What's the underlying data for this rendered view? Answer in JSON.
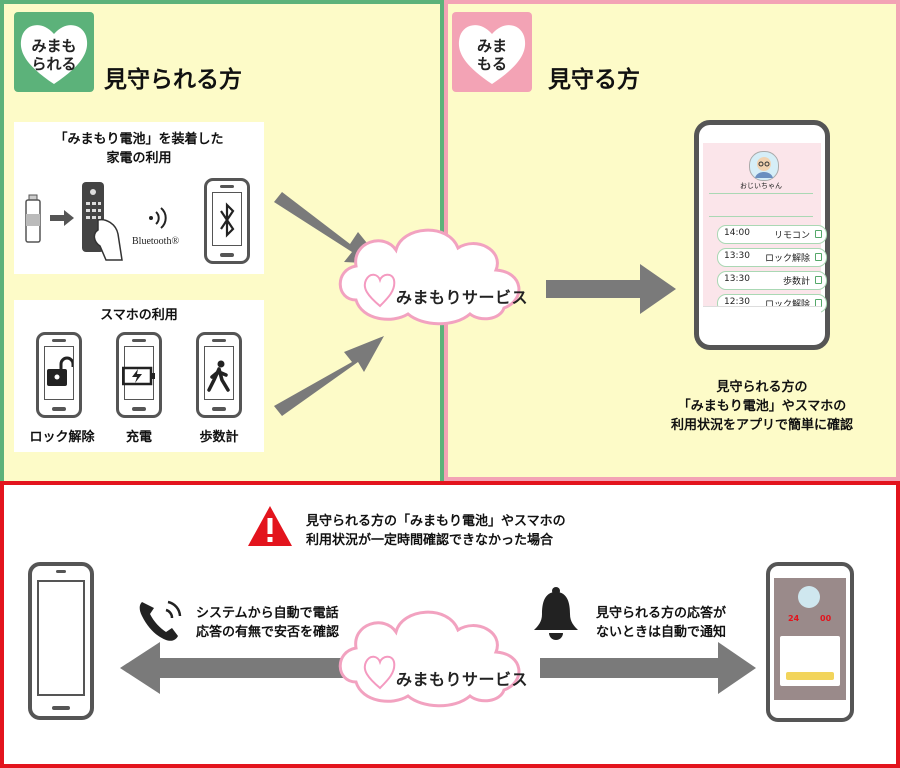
{
  "left": {
    "logo_line1": "みまも",
    "logo_line2": "られる",
    "heading": "見守られる方",
    "appliance": {
      "title_line1": "「みまもり電池」を装着した",
      "title_line2": "家電の利用",
      "bluetooth": "Bluetooth®"
    },
    "smartphone": {
      "title": "スマホの利用",
      "items": [
        "ロック解除",
        "充電",
        "歩数計"
      ]
    }
  },
  "right": {
    "logo_line1": "みま",
    "logo_line2": "もる",
    "heading": "見守る方",
    "caption_line1": "見守られる方の",
    "caption_line2": "「みまもり電池」やスマホの",
    "caption_line3": "利用状況をアプリで簡単に確認",
    "app": {
      "name": "おじいちゃん",
      "rows": [
        {
          "time": "14:00",
          "event": "リモコン"
        },
        {
          "time": "13:30",
          "event": "ロック解除"
        },
        {
          "time": "13:30",
          "event": "歩数計"
        },
        {
          "time": "12:30",
          "event": "ロック解除"
        }
      ]
    }
  },
  "service": {
    "name": "みまもりサービス"
  },
  "bottom": {
    "warning_line1": "見守られる方の「みまもり電池」やスマホの",
    "warning_line2": "利用状況が一定時間確認できなかった場合",
    "call_line1": "システムから自動で電話",
    "call_line2": "応答の有無で安否を確認",
    "notify_line1": "見守られる方の応答が",
    "notify_line2": "ないときは自動で通知",
    "phone_timer": {
      "hours": "24",
      "minutes": "00"
    }
  },
  "colors": {
    "green": "#5cb27a",
    "pink": "#f3a3b5",
    "red": "#e3141d",
    "yellow_bg": "#fdfbc8",
    "arrow": "#7a7a7a"
  }
}
